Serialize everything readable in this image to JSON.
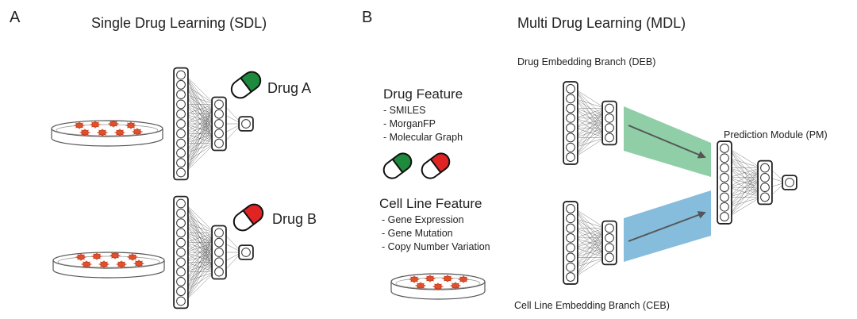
{
  "panel_a": {
    "letter": "A",
    "title": "Single Drug Learning (SDL)",
    "drugs": [
      {
        "label": "Drug A",
        "color": "#1e8a3c"
      },
      {
        "label": "Drug B",
        "color": "#e02424"
      }
    ]
  },
  "panel_b": {
    "letter": "B",
    "title": "Multi Drug Learning (MDL)",
    "drug_feature": {
      "title": "Drug Feature",
      "items": [
        "- SMILES",
        "- MorganFP",
        "- Molecular Graph"
      ]
    },
    "cell_feature": {
      "title": "Cell Line Feature",
      "items": [
        "- Gene Expression",
        "- Gene Mutation",
        "- Copy Number Variation"
      ]
    },
    "deb_label": "Drug Embedding Branch (DEB)",
    "ceb_label": "Cell Line Embedding Branch (CEB)",
    "pm_label": "Prediction Module (PM)"
  },
  "colors": {
    "drug_green": "#1e8a3c",
    "drug_red": "#e02424",
    "deb_band": "#8fcea7",
    "ceb_band": "#86bcdc",
    "cell": "#e0502a",
    "arrow": "#555555",
    "node_stroke": "#222222"
  }
}
